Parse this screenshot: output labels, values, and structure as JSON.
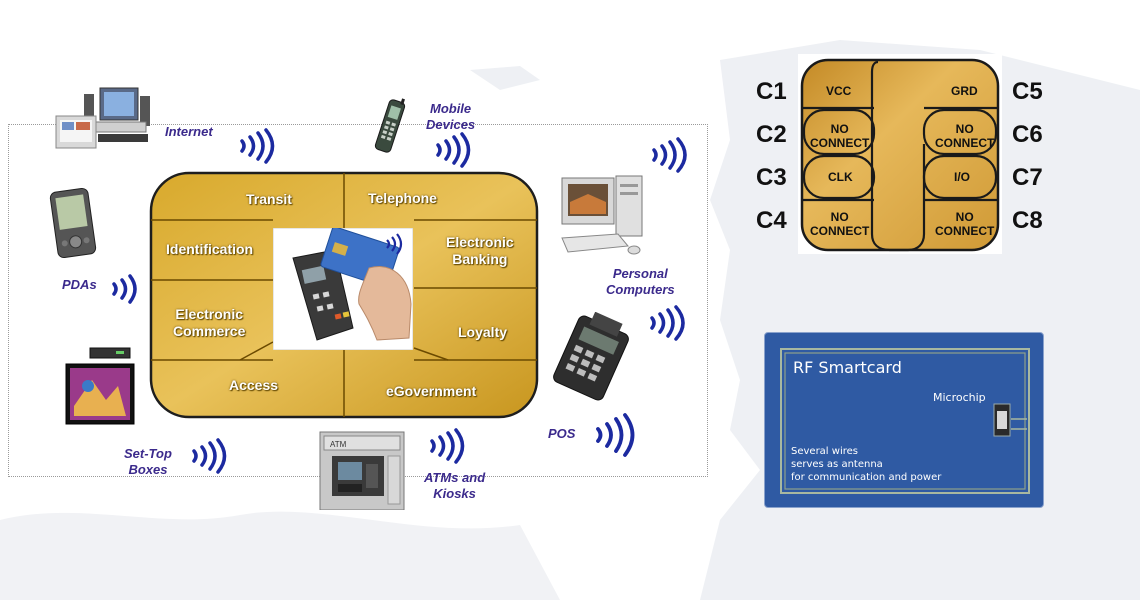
{
  "devices": {
    "internet": "Internet",
    "mobile": [
      "Mobile",
      "Devices"
    ],
    "pdas": "PDAs",
    "personal": [
      "Personal",
      "Computers"
    ],
    "pos": "POS",
    "settop": [
      "Set-Top",
      "Boxes"
    ],
    "atms": [
      "ATMs and",
      "Kiosks"
    ]
  },
  "card_segments": {
    "transit": "Transit",
    "telephone": "Telephone",
    "identification": "Identification",
    "banking": [
      "Electronic",
      "Banking"
    ],
    "commerce": [
      "Electronic",
      "Commerce"
    ],
    "loyalty": "Loyalty",
    "access": "Access",
    "egovernment": "eGovernment"
  },
  "contacts": {
    "pins_left": [
      "C1",
      "C2",
      "C3",
      "C4"
    ],
    "pins_right": [
      "C5",
      "C6",
      "C7",
      "C8"
    ],
    "vcc": "VCC",
    "grd": "GRD",
    "no_connect": [
      "NO",
      "CONNECT"
    ],
    "clk": "CLK",
    "io": "I/O"
  },
  "rf_card": {
    "title": "RF Smartcard",
    "chip_label": "Microchip",
    "desc": [
      "Several wires",
      "serves as antenna",
      "for communication and power"
    ]
  },
  "colors": {
    "device_label": "#3b2a8c",
    "wave": "#1c2aa0",
    "gold": "#e0b23a",
    "rf_blue": "#2f5aa3"
  }
}
